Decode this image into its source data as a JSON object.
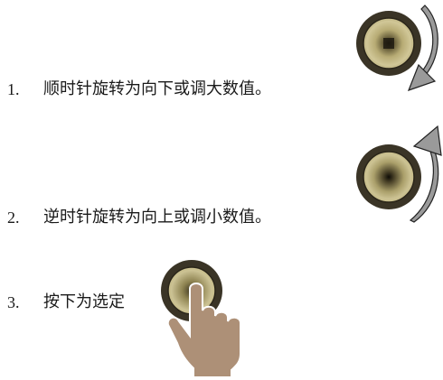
{
  "instructions": [
    {
      "number": "1.",
      "text": "顺时针旋转为向下或调大数值。",
      "icon": "knob-rotate-clockwise-icon"
    },
    {
      "number": "2.",
      "text": "逆时针旋转为向上或调小数值。",
      "icon": "knob-rotate-counterclockwise-icon"
    },
    {
      "number": "3.",
      "text": "按下为选定",
      "icon": "knob-press-hand-icon"
    }
  ],
  "colors": {
    "knob_ring": "#3a3426",
    "knob_rim": "#c9bf8e",
    "arrow_fill": "#9a9a9a",
    "hand": "#ad9077"
  }
}
